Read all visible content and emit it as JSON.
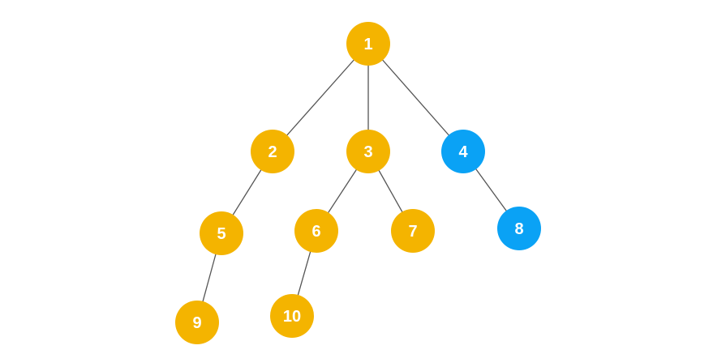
{
  "diagram": {
    "type": "tree",
    "colors": {
      "default": "#F4B400",
      "highlight": "#0AA2F5",
      "edge": "#555555",
      "label": "#ffffff"
    },
    "nodes": [
      {
        "id": "1",
        "label": "1",
        "color": "default"
      },
      {
        "id": "2",
        "label": "2",
        "color": "default"
      },
      {
        "id": "3",
        "label": "3",
        "color": "default"
      },
      {
        "id": "4",
        "label": "4",
        "color": "highlight"
      },
      {
        "id": "5",
        "label": "5",
        "color": "default"
      },
      {
        "id": "6",
        "label": "6",
        "color": "default"
      },
      {
        "id": "7",
        "label": "7",
        "color": "default"
      },
      {
        "id": "8",
        "label": "8",
        "color": "highlight"
      },
      {
        "id": "9",
        "label": "9",
        "color": "default"
      },
      {
        "id": "10",
        "label": "10",
        "color": "default"
      }
    ],
    "edges": [
      {
        "from": "1",
        "to": "2"
      },
      {
        "from": "1",
        "to": "3"
      },
      {
        "from": "1",
        "to": "4"
      },
      {
        "from": "2",
        "to": "5"
      },
      {
        "from": "3",
        "to": "6"
      },
      {
        "from": "3",
        "to": "7"
      },
      {
        "from": "4",
        "to": "8"
      },
      {
        "from": "5",
        "to": "9"
      },
      {
        "from": "6",
        "to": "10"
      }
    ]
  }
}
